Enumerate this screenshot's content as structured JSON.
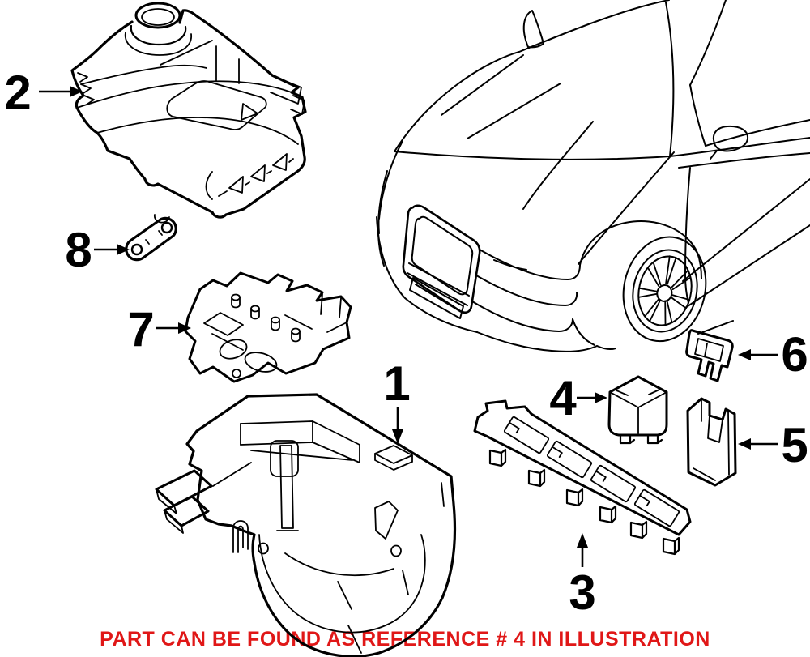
{
  "diagram": {
    "background_color": "#ffffff",
    "line_color": "#000000",
    "callouts": [
      {
        "number": "1",
        "part_name": "fuse-box-lower-housing"
      },
      {
        "number": "2",
        "part_name": "electronics-box-cover"
      },
      {
        "number": "3",
        "part_name": "fuse-holder-strip"
      },
      {
        "number": "4",
        "part_name": "relay"
      },
      {
        "number": "5",
        "part_name": "protective-cover"
      },
      {
        "number": "6",
        "part_name": "blade-fuse"
      },
      {
        "number": "7",
        "part_name": "mounting-bracket"
      },
      {
        "number": "8",
        "part_name": "link-strap"
      }
    ],
    "vehicle_illustration": "car-front-three-quarter-line-art",
    "highlighted_reference_number": "4",
    "caption": {
      "text": "PART CAN BE FOUND AS REFERENCE # 4 IN ILLUSTRATION",
      "color": "#e01717"
    }
  }
}
